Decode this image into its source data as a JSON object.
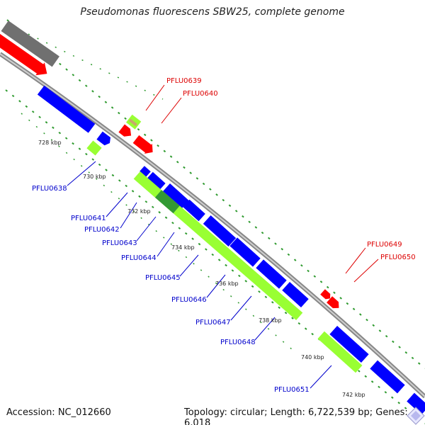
{
  "title": "Pseudomonas fluorescens SBW25, complete genome",
  "footer": {
    "accession": "Accession: NC_012660",
    "summary": "Topology: circular; Length: 6,722,539 bp; Genes: 6,018"
  },
  "colors": {
    "forward_cds": "#ff0000",
    "reverse_cds": "#0000ff",
    "feature_green": "#99ff33",
    "feature_dark": "#339933",
    "backbone": "#888888",
    "gc_ticks": "#2e9a2e",
    "upper_gray_block": "#707070",
    "forward_label": "#dd0000",
    "reverse_label": "#0000cc"
  },
  "ticks": [
    "728 kbp",
    "730 kbp",
    "732 kbp",
    "734 kbp",
    "736 kbp",
    "738 kbp",
    "740 kbp",
    "742 kbp"
  ],
  "forward_genes": [
    "PFLU0639",
    "PFLU0640",
    "PFLU0649",
    "PFLU0650"
  ],
  "reverse_genes": [
    "PFLU0638",
    "PFLU0641",
    "PFLU0642",
    "PFLU0643",
    "PFLU0644",
    "PFLU0645",
    "PFLU0646",
    "PFLU0647",
    "PFLU0648",
    "PFLU0651"
  ],
  "controls": {
    "zoom_icon": "diamond-zoom-icon"
  }
}
